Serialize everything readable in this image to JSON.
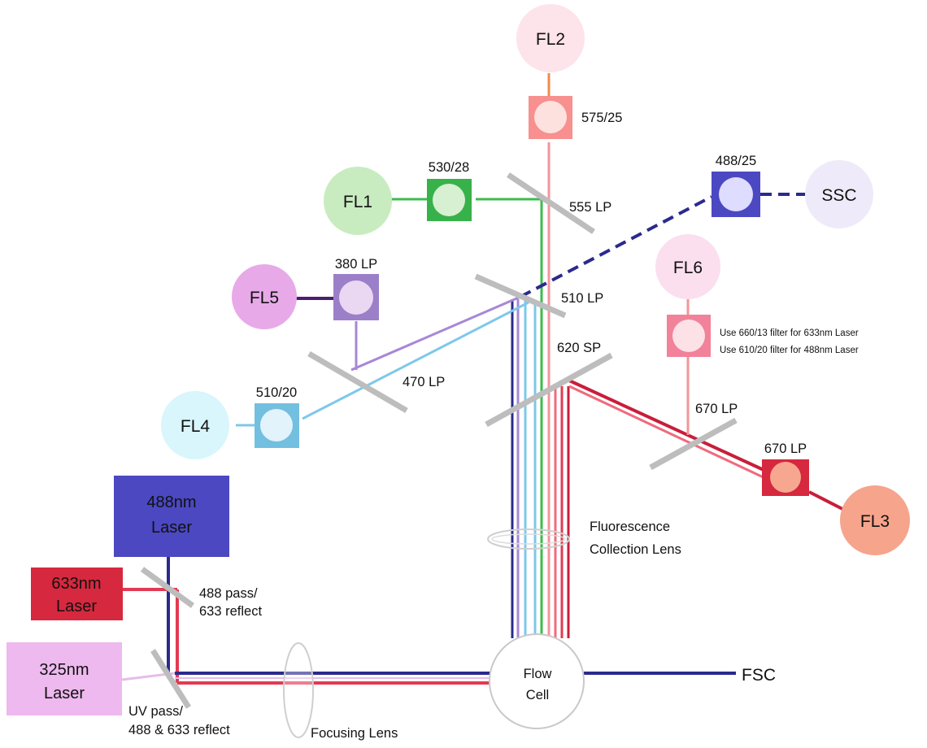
{
  "colors": {
    "uv": "#d9a6df",
    "blue": "#2b2a8c",
    "red": "#e23a52",
    "green": "#3dbb4e",
    "cyan": "#7ec8ea",
    "violet": "#a887d6",
    "pink": "#f5949a",
    "mirror": "#bdbdbd"
  },
  "detectors": {
    "fl1": "FL1",
    "fl2": "FL2",
    "fl3": "FL3",
    "fl4": "FL4",
    "fl5": "FL5",
    "fl6": "FL6",
    "ssc": "SSC",
    "fsc": "FSC"
  },
  "filters": {
    "f575": "575/25",
    "f530": "530/28",
    "f488": "488/25",
    "f380": "380 LP",
    "f510": "510/20",
    "f670": "670 LP"
  },
  "mirrors": {
    "m555": "555 LP",
    "m510": "510 LP",
    "m470": "470 LP",
    "m620": "620 SP",
    "m670": "670 LP"
  },
  "fl6_notes": {
    "line1": "Use 660/13 filter for 633nm Laser",
    "line2": "Use 610/20 filter for 488nm Laser"
  },
  "lasers": {
    "l488": [
      "488nm",
      "Laser"
    ],
    "l633": [
      "633nm",
      "Laser"
    ],
    "l325": [
      "325nm",
      "Laser"
    ]
  },
  "beam_mirrors": {
    "mirror1": [
      "488 pass/",
      "633 reflect"
    ],
    "mirror2": [
      "UV pass/",
      "488 & 633 reflect"
    ]
  },
  "lenses": {
    "collection": [
      "Fluorescence",
      "Collection Lens"
    ],
    "focusing": "Focusing Lens"
  },
  "flow_cell": [
    "Flow",
    "Cell"
  ]
}
